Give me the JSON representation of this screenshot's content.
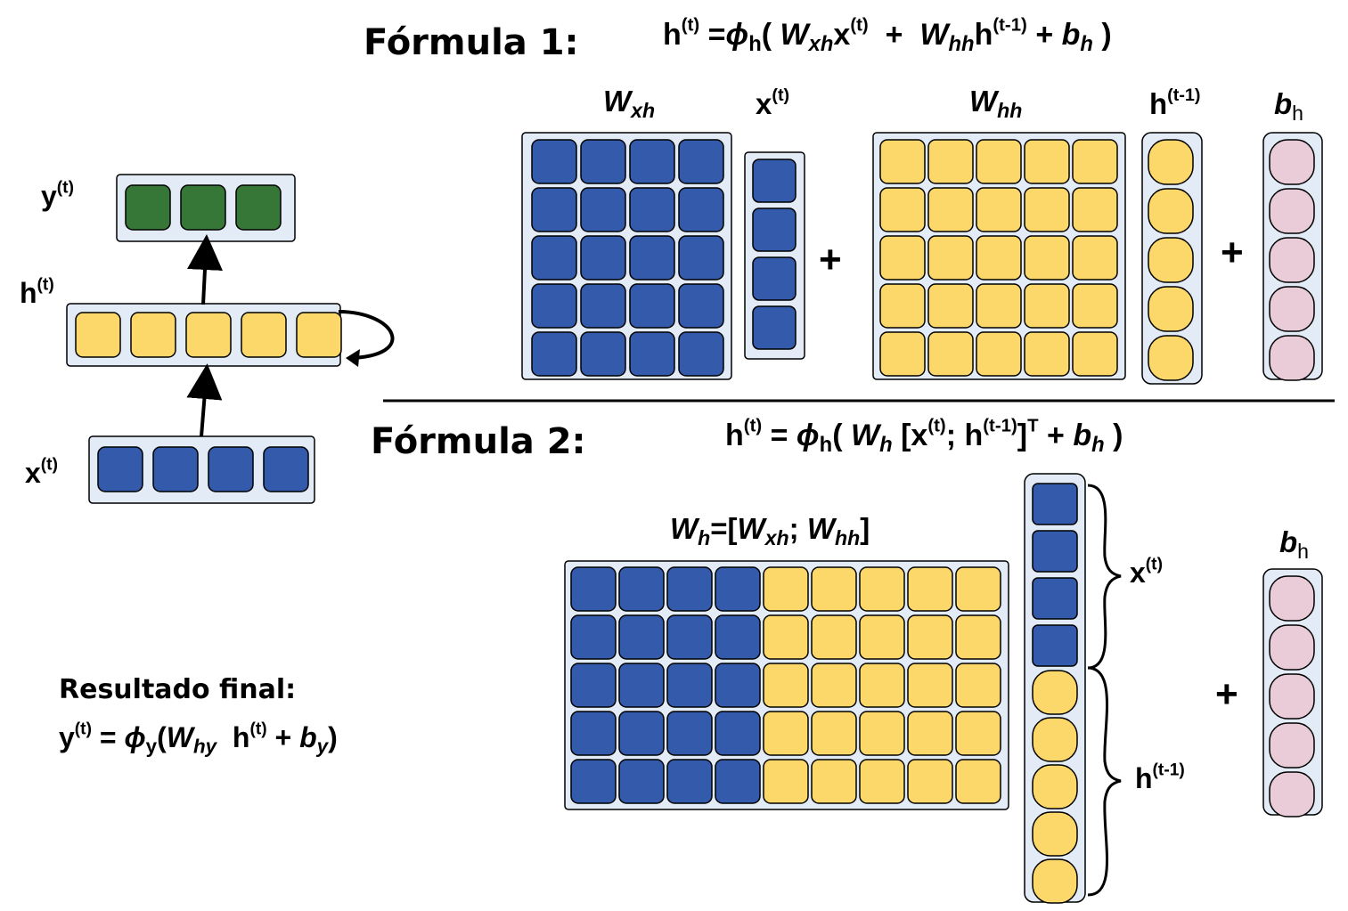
{
  "colors": {
    "blue": "#335AAB",
    "yellow": "#FCD86A",
    "green": "#367636",
    "pink": "#E9CCD7",
    "container": "#E3ECF6"
  },
  "formula1": {
    "title": "Fórmula 1:",
    "eq": {
      "lhs": "h",
      "t": "(t)",
      "eq": "=",
      "phi": "ϕ",
      "h": "h",
      "open": "(",
      "W": "W",
      "xh": "xh",
      "x": "x",
      "plus": "+",
      "hh": "hh",
      "tm1": "(t-1)",
      "b": "b",
      "close": ")"
    }
  },
  "formula2": {
    "title": "Fórmula 2:",
    "eq": {
      "lhs": "h",
      "t": "(t)",
      "eq": "=",
      "phi": "ϕ",
      "h": "h",
      "open": "(",
      "W": "W",
      "sub_h": "h",
      "lb": "[x",
      "semi": "; h",
      "tm1": "(t-1)",
      "rbT": "]",
      "T": "T",
      "plus": "+",
      "b": "b",
      "close": ")"
    }
  },
  "labels": {
    "W": "W",
    "xh": "xh",
    "hh": "hh",
    "x": "x",
    "h": "h",
    "y": "y",
    "b": "b",
    "sub_h": "h",
    "t": "(t)",
    "tm1": "(t-1)",
    "Wh_def": {
      "eq": "=[",
      "semi": "; ",
      "close": "]"
    },
    "plus": "+"
  },
  "result": {
    "title": "Resultado final:",
    "eq": {
      "y": "y",
      "t": "(t)",
      "eq": "=",
      "phi": "ϕ",
      "sub_y": "y",
      "open": "(",
      "W": "W",
      "hy": "hy",
      "h": "h",
      "plus": "+",
      "b": "b",
      "close": ")"
    }
  }
}
